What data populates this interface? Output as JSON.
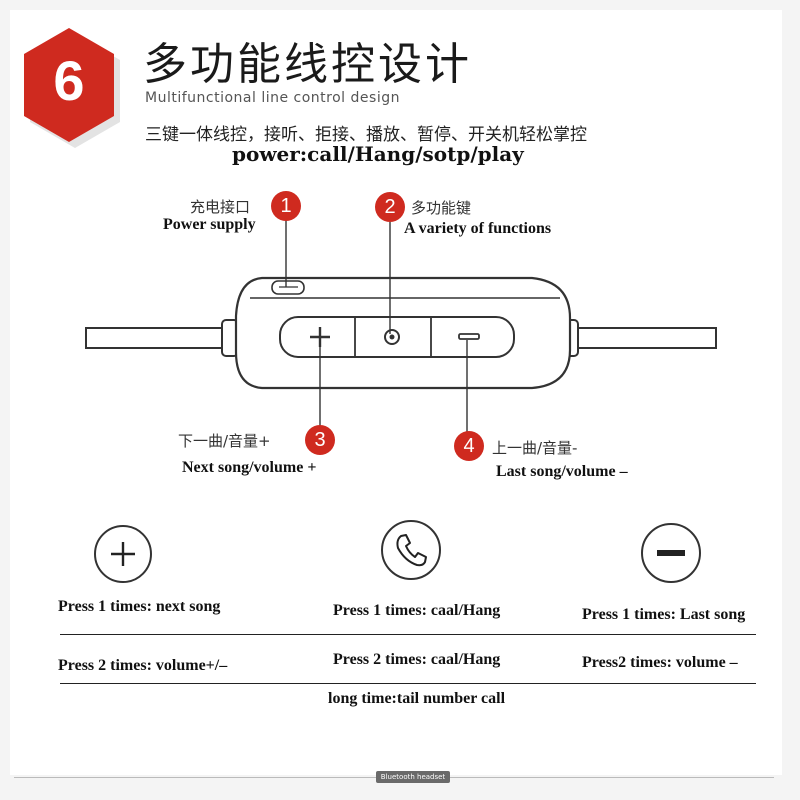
{
  "badge": {
    "number": "6",
    "color": "#cf2a1f"
  },
  "header": {
    "title": "多功能线控设计",
    "subtitle": "Multifunctional line control design",
    "desc_cn": "三键一体线控，接听、拒接、播放、暂停、开关机轻松掌控",
    "desc_en": "power:call/Hang/sotp/play"
  },
  "callouts": [
    {
      "number": "1",
      "cn": "充电接口",
      "en": "Power supply"
    },
    {
      "number": "2",
      "cn": "多功能键",
      "en": "A variety of functions"
    },
    {
      "number": "3",
      "cn": "下一曲/音量+",
      "en": "Next song/volume +"
    },
    {
      "number": "4",
      "cn": "上一曲/音量-",
      "en": "Last song/volume –"
    }
  ],
  "columns": {
    "plus": {
      "icon": "plus-icon",
      "press1": "Press 1 times: next song",
      "press2": "Press 2 times: volume+/–"
    },
    "phone": {
      "icon": "phone-icon",
      "press1": "Press 1 times: caal/Hang",
      "press2": "Press 2 times: caal/Hang",
      "long": "long time:tail number call"
    },
    "minus": {
      "icon": "minus-icon",
      "press1": "Press 1 times: Last song",
      "press2": "Press2 times: volume –"
    }
  },
  "footer": {
    "tag": "Bluetooth headset"
  }
}
